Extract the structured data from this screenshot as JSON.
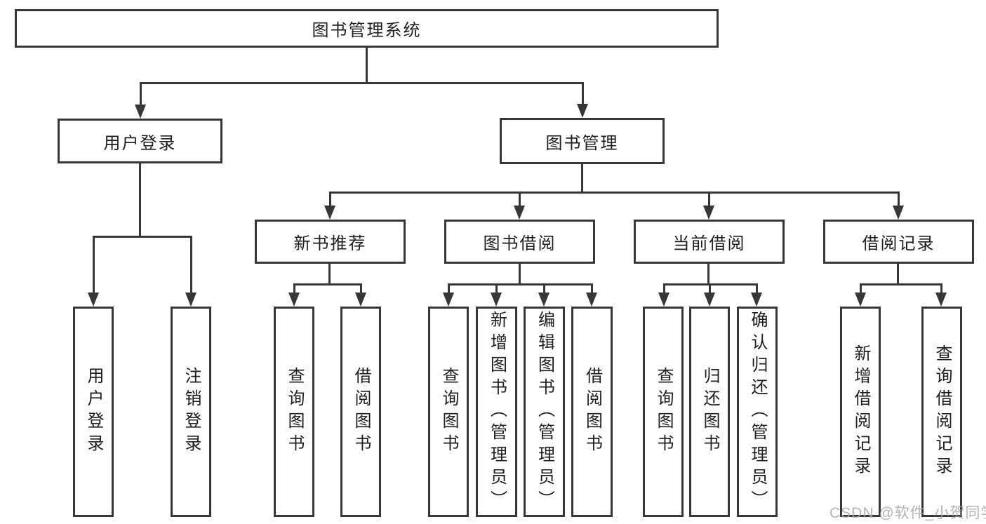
{
  "root": {
    "label": "图书管理系统"
  },
  "level2": [
    {
      "label": "用户登录"
    },
    {
      "label": "图书管理"
    }
  ],
  "level3": [
    {
      "label": "新书推荐"
    },
    {
      "label": "图书借阅"
    },
    {
      "label": "当前借阅"
    },
    {
      "label": "借阅记录"
    }
  ],
  "leaves": {
    "user_login": [
      "用户登录",
      "注销登录"
    ],
    "new_books": [
      "查询图书",
      "借阅图书"
    ],
    "borrow": [
      "查询图书",
      "新增图书（管理员）",
      "编辑图书（管理员）",
      "借阅图书"
    ],
    "current": [
      "查询图书",
      "归还图书",
      "确认归还（管理员）"
    ],
    "records": [
      "新增借阅记录",
      "查询借阅记录"
    ]
  },
  "watermark": "CSDN @软件_小贺同学",
  "colors": {
    "line": "#373737",
    "text": "#1d1d1d",
    "watermark": "#a9a7a9",
    "background": "#ffffff"
  }
}
